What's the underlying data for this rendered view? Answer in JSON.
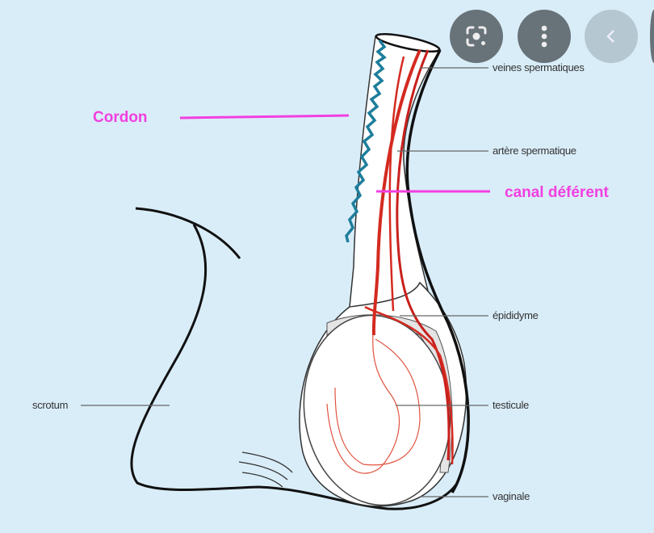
{
  "labels": {
    "veines": "veines spermatiques",
    "artere": "artère spermatique",
    "epididyme": "épididyme",
    "testicule": "testicule",
    "vaginale": "vaginale",
    "scrotum": "scrotum"
  },
  "annotations": {
    "cordon": "Cordon",
    "canal": "canal déférent",
    "color": "#f23fe0"
  },
  "toolbar": {
    "buttons": [
      "lens-icon",
      "more-vert-icon",
      "chevron-left-icon"
    ]
  }
}
